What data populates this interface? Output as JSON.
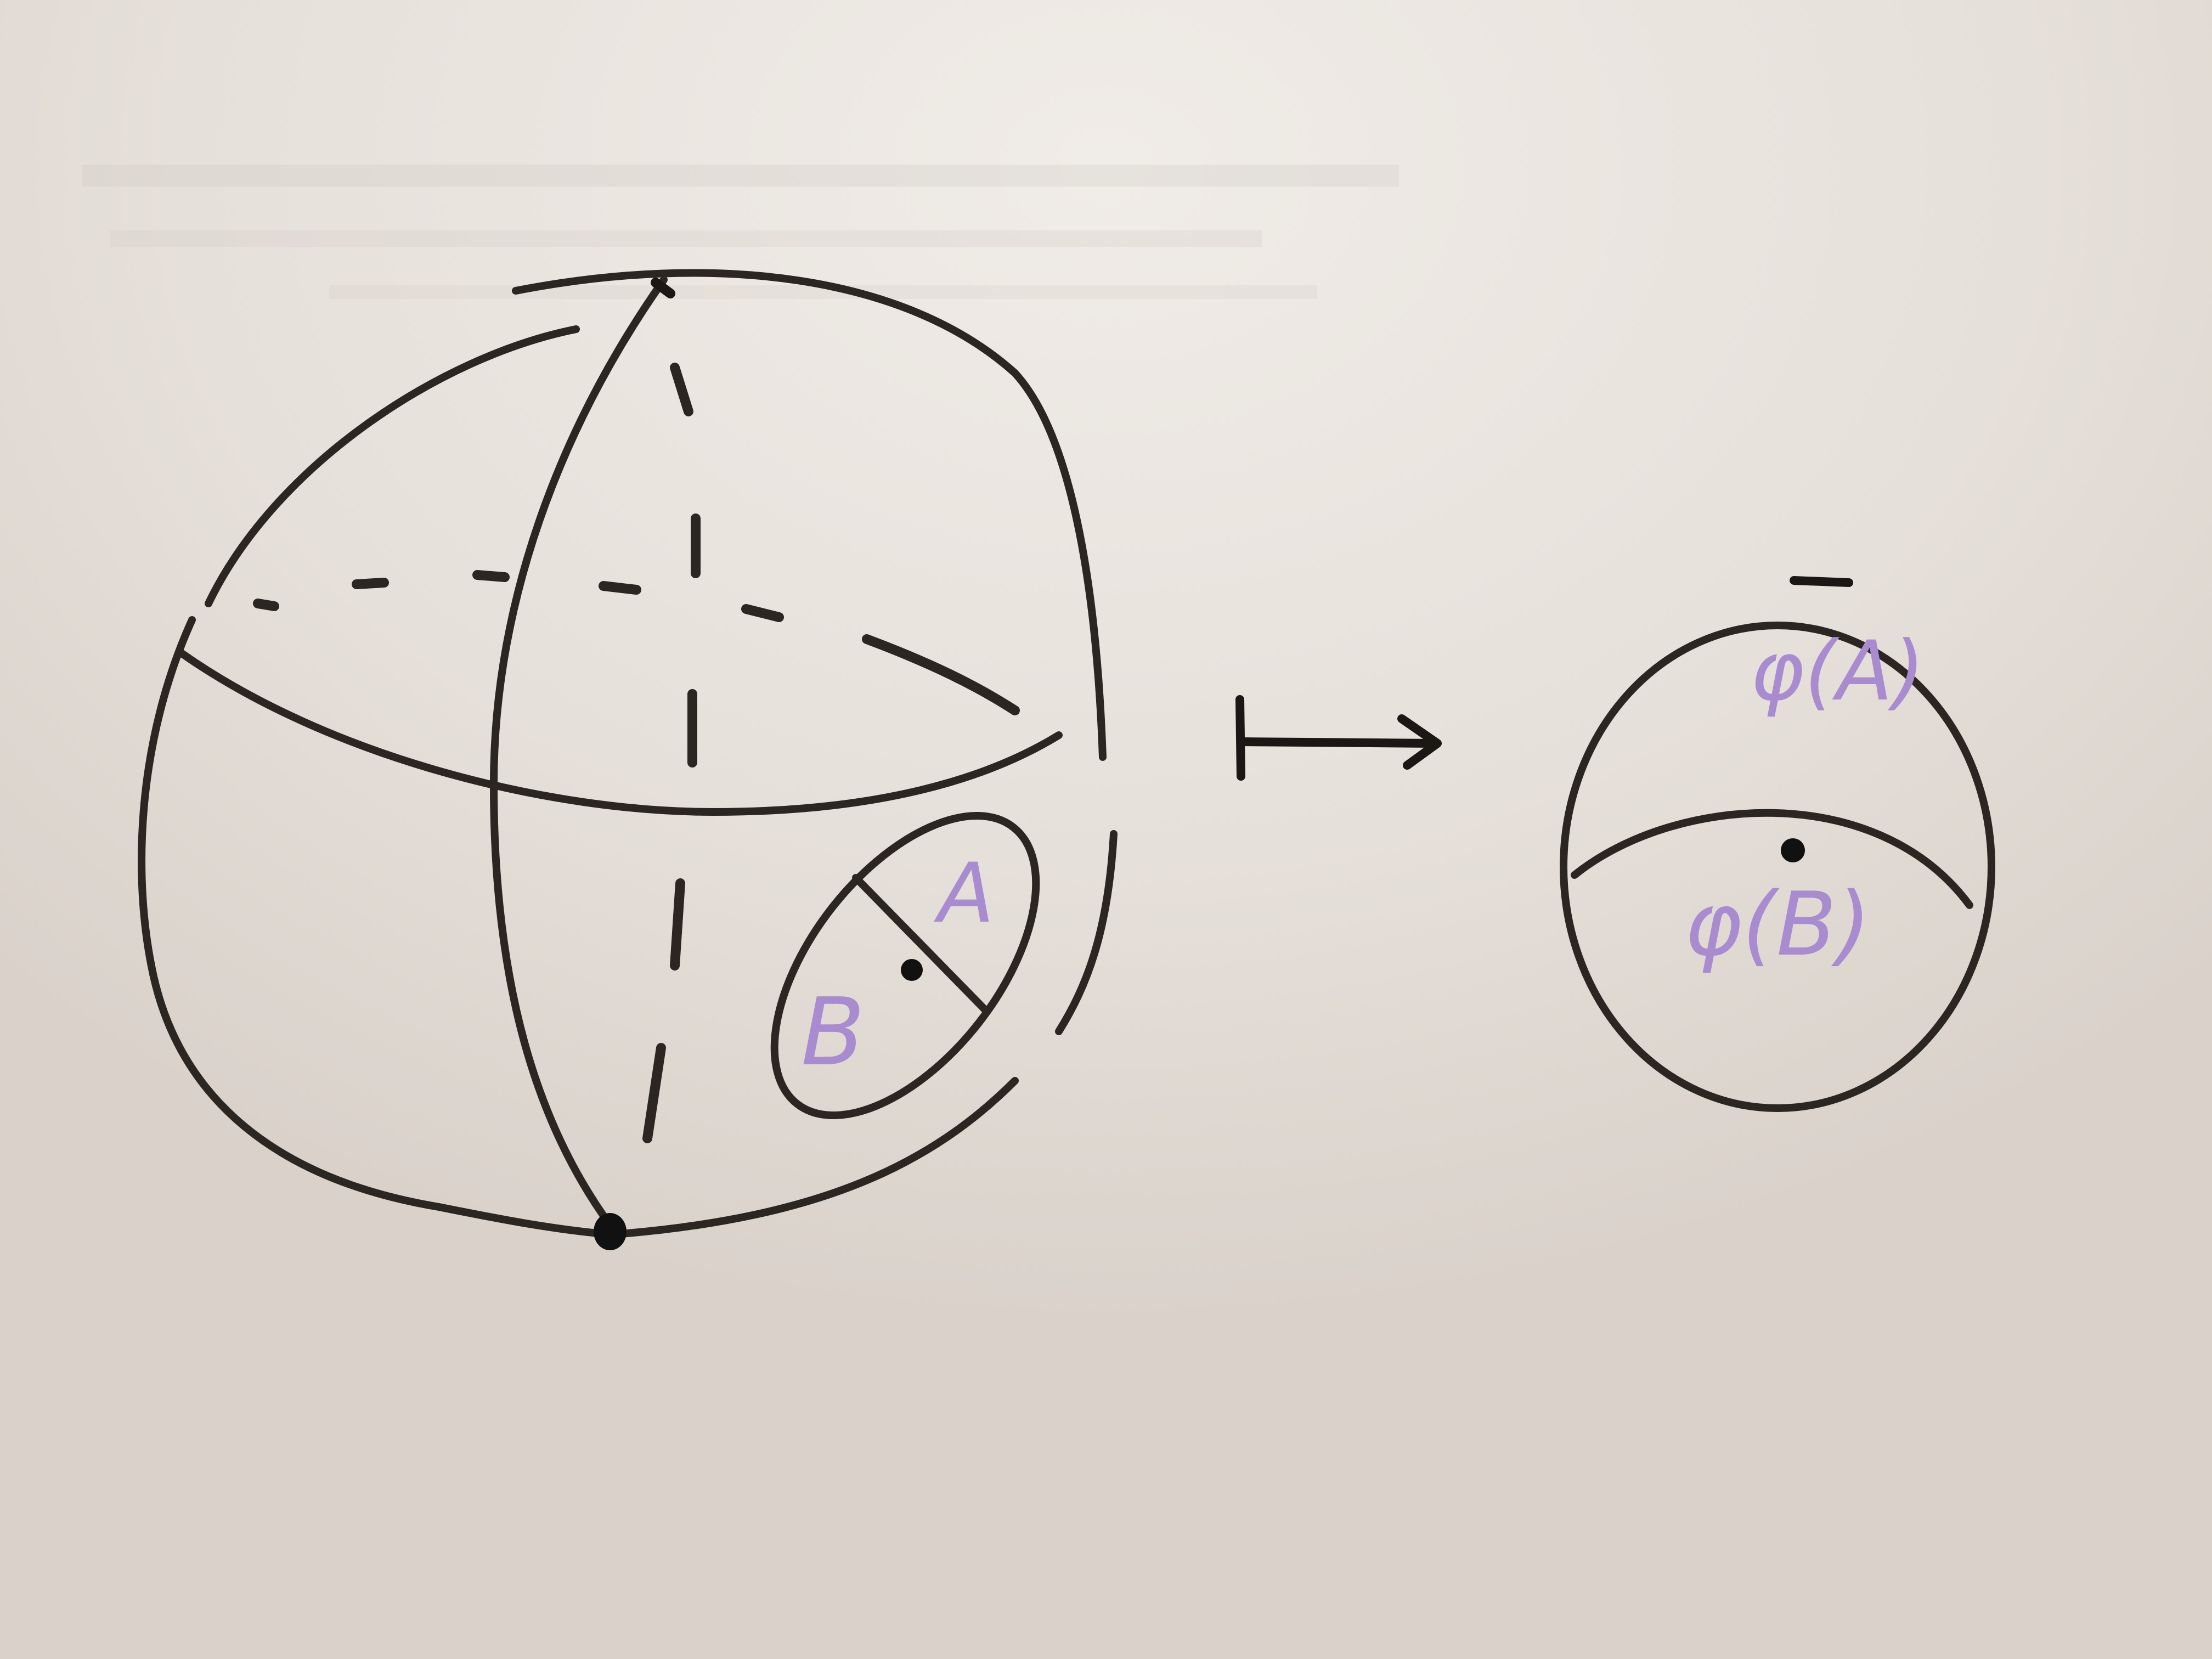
{
  "colors": {
    "board": "#e7e2dc",
    "ink_black": "#2b2622",
    "ink_purple": "#a98ccf"
  },
  "sphere": {
    "region_a_label": "A",
    "region_b_label": "B"
  },
  "disk": {
    "image_a_label": "φ(A)",
    "image_b_label": "φ(B)"
  }
}
